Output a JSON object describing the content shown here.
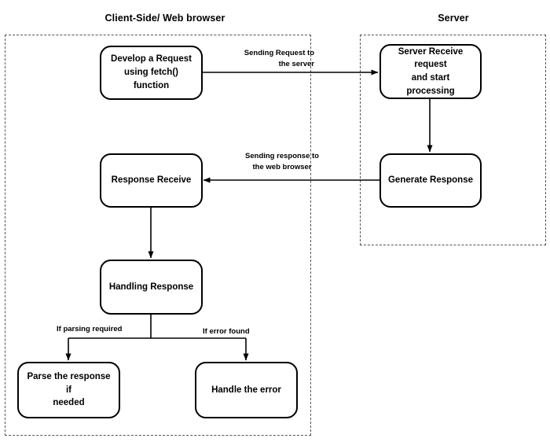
{
  "diagram": {
    "title_client": "Client-Side/ Web browser",
    "title_server": "Server",
    "nodes": {
      "develop_request": "Develop a Request\nusing fetch() function",
      "server_receive": "Server Receive request\nand start processing",
      "generate_response": "Generate Response",
      "response_receive": "Response Receive",
      "handling_response": "Handling Response",
      "parse_response": "Parse the response if\nneeded",
      "handle_error": "Handle the error"
    },
    "edge_labels": {
      "request_to_server": "Sending Request to\nthe server",
      "response_to_browser": "Sending response to\nthe web browser",
      "if_parsing_required": "If parsing required",
      "if_error_found": "If error found"
    },
    "colors": {
      "node_border": "#000000",
      "node_fill": "#ffffff",
      "lane_border": "#555555",
      "edge_stroke": "#000000",
      "text": "#000000",
      "background": "#ffffff"
    }
  }
}
